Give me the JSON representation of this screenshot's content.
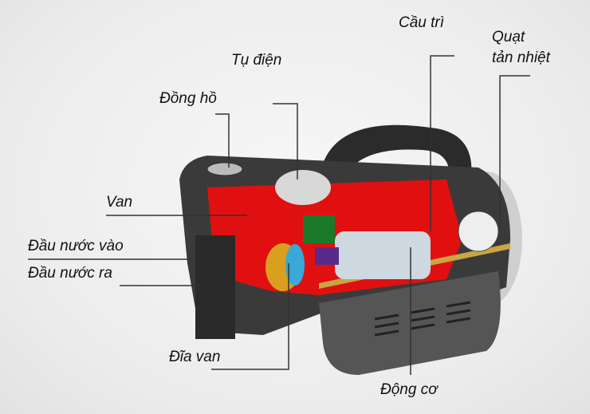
{
  "labels": {
    "fuse": "Cầu trì",
    "cooling_fan": "Quạt tản nhiệt",
    "cooling_fan_line1": "Quạt",
    "cooling_fan_line2": "tản nhiệt",
    "capacitor": "Tụ điện",
    "gauge": "Đồng hồ",
    "valve": "Van",
    "water_inlet": "Đầu nước vào",
    "water_outlet": "Đầu nước ra",
    "valve_disc": "Đĩa van",
    "motor": "Động cơ"
  },
  "colors": {
    "housing": "#3a3a3a",
    "cutaway": "#e01010",
    "motor": "#cdd8e0",
    "accent_gold": "#c9a640"
  }
}
